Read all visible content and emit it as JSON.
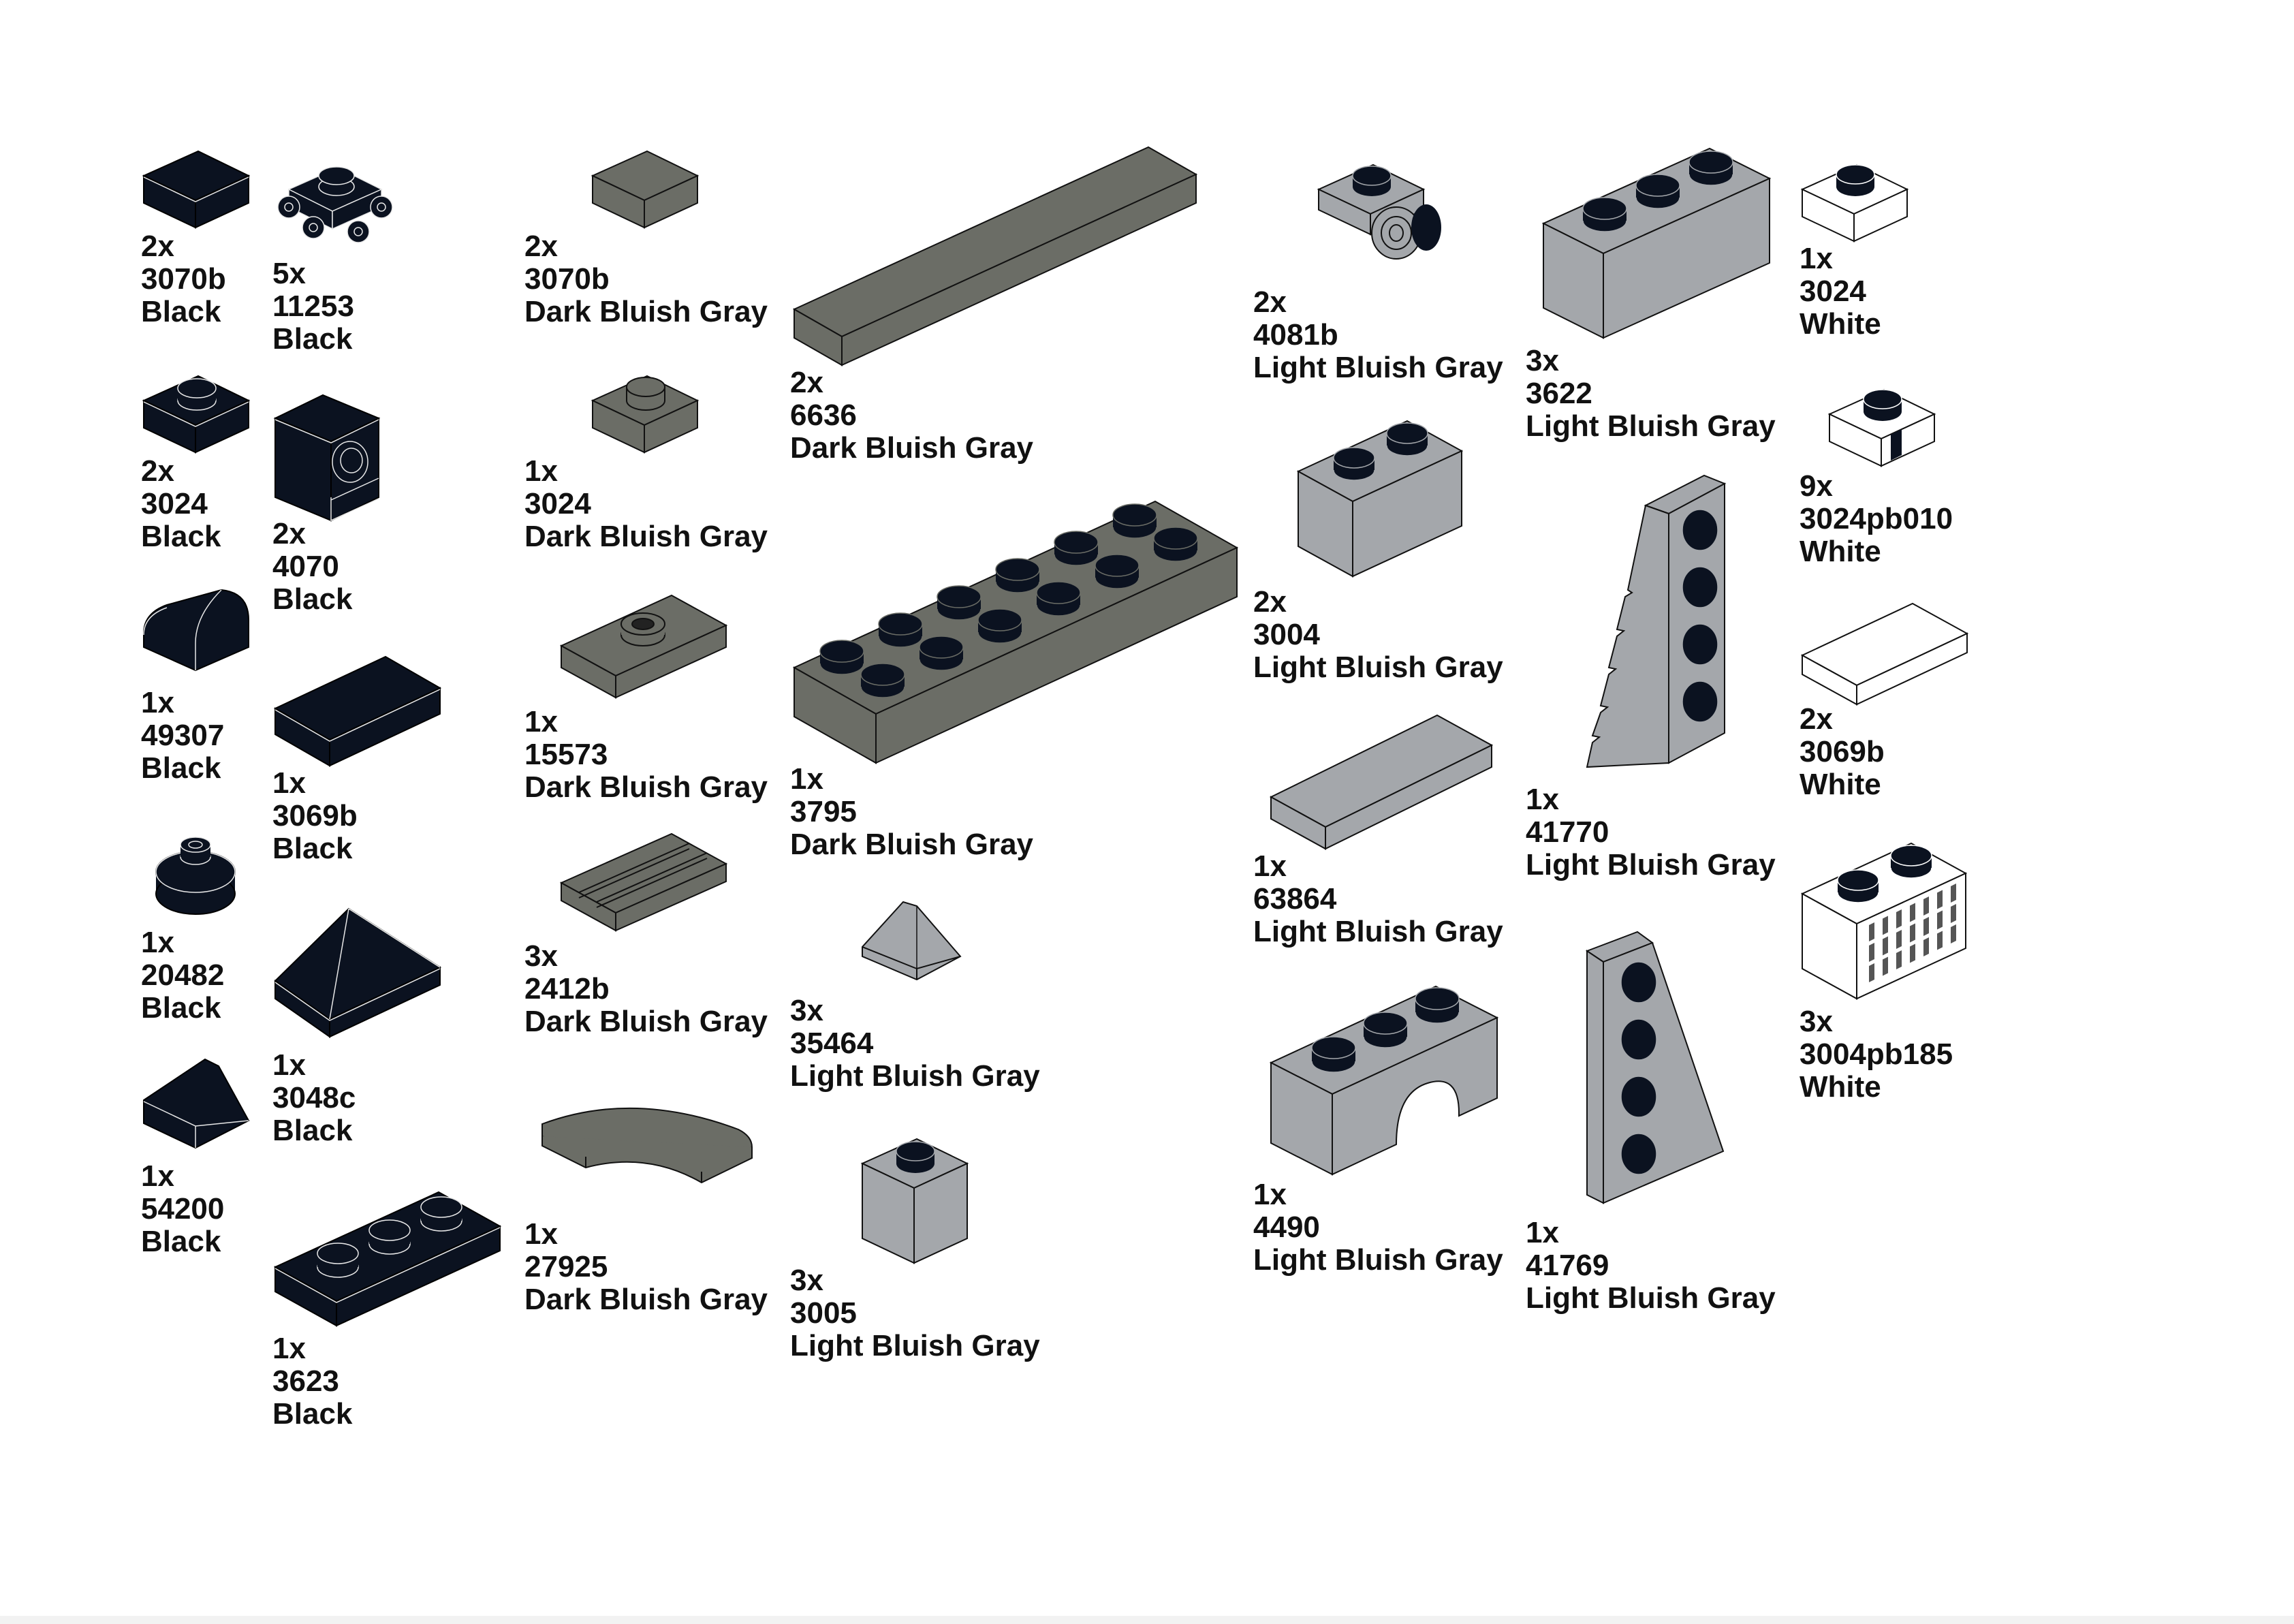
{
  "colors": {
    "Black": "#0b1220",
    "Dark Bluish Gray": "#6b6d66",
    "Light Bluish Gray": "#a4a7ab",
    "White": "#ffffff"
  },
  "parts": [
    {
      "qty": "2x",
      "id": "3070b",
      "color": "Black",
      "icon": "tile-1x1-icon"
    },
    {
      "qty": "5x",
      "id": "11253",
      "color": "Black",
      "icon": "plate-wheel-holder-icon"
    },
    {
      "qty": "2x",
      "id": "3024",
      "color": "Black",
      "icon": "plate-1x1-icon"
    },
    {
      "qty": "2x",
      "id": "4070",
      "color": "Black",
      "icon": "brick-headlight-icon"
    },
    {
      "qty": "1x",
      "id": "49307",
      "color": "Black",
      "icon": "curved-slope-icon"
    },
    {
      "qty": "1x",
      "id": "3069b",
      "color": "Black",
      "icon": "tile-1x2-icon"
    },
    {
      "qty": "1x",
      "id": "20482",
      "color": "Black",
      "icon": "round-tile-icon"
    },
    {
      "qty": "1x",
      "id": "3048c",
      "color": "Black",
      "icon": "pyramid-slope-icon"
    },
    {
      "qty": "1x",
      "id": "54200",
      "color": "Black",
      "icon": "cheese-slope-icon"
    },
    {
      "qty": "1x",
      "id": "3623",
      "color": "Black",
      "icon": "plate-1x3-icon"
    },
    {
      "qty": "2x",
      "id": "3070b",
      "color": "Dark Bluish Gray",
      "icon": "tile-1x1-icon"
    },
    {
      "qty": "1x",
      "id": "3024",
      "color": "Dark Bluish Gray",
      "icon": "plate-1x1-icon"
    },
    {
      "qty": "1x",
      "id": "15573",
      "color": "Dark Bluish Gray",
      "icon": "jumper-plate-icon"
    },
    {
      "qty": "3x",
      "id": "2412b",
      "color": "Dark Bluish Gray",
      "icon": "grille-tile-icon"
    },
    {
      "qty": "1x",
      "id": "27925",
      "color": "Dark Bluish Gray",
      "icon": "curved-tile-icon"
    },
    {
      "qty": "2x",
      "id": "6636",
      "color": "Dark Bluish Gray",
      "icon": "tile-1x6-icon"
    },
    {
      "qty": "1x",
      "id": "3795",
      "color": "Dark Bluish Gray",
      "icon": "plate-2x6-icon"
    },
    {
      "qty": "3x",
      "id": "35464",
      "color": "Light Bluish Gray",
      "icon": "cheese-slope-icon"
    },
    {
      "qty": "3x",
      "id": "3005",
      "color": "Light Bluish Gray",
      "icon": "brick-1x1-icon"
    },
    {
      "qty": "2x",
      "id": "4081b",
      "color": "Light Bluish Gray",
      "icon": "plate-clip-light-icon"
    },
    {
      "qty": "2x",
      "id": "3004",
      "color": "Light Bluish Gray",
      "icon": "brick-1x2-icon"
    },
    {
      "qty": "1x",
      "id": "63864",
      "color": "Light Bluish Gray",
      "icon": "tile-1x3-icon"
    },
    {
      "qty": "1x",
      "id": "4490",
      "color": "Light Bluish Gray",
      "icon": "brick-arch-icon"
    },
    {
      "qty": "3x",
      "id": "3622",
      "color": "Light Bluish Gray",
      "icon": "brick-1x3-icon"
    },
    {
      "qty": "1x",
      "id": "41770",
      "color": "Light Bluish Gray",
      "icon": "wedge-plate-left-icon"
    },
    {
      "qty": "1x",
      "id": "41769",
      "color": "Light Bluish Gray",
      "icon": "wedge-plate-right-icon"
    },
    {
      "qty": "1x",
      "id": "3024",
      "color": "White",
      "icon": "plate-1x1-icon"
    },
    {
      "qty": "9x",
      "id": "3024pb010",
      "color": "White",
      "icon": "plate-1x1-printed-icon"
    },
    {
      "qty": "2x",
      "id": "3069b",
      "color": "White",
      "icon": "tile-1x2-icon"
    },
    {
      "qty": "3x",
      "id": "3004pb185",
      "color": "White",
      "icon": "brick-1x2-printed-icon"
    }
  ]
}
